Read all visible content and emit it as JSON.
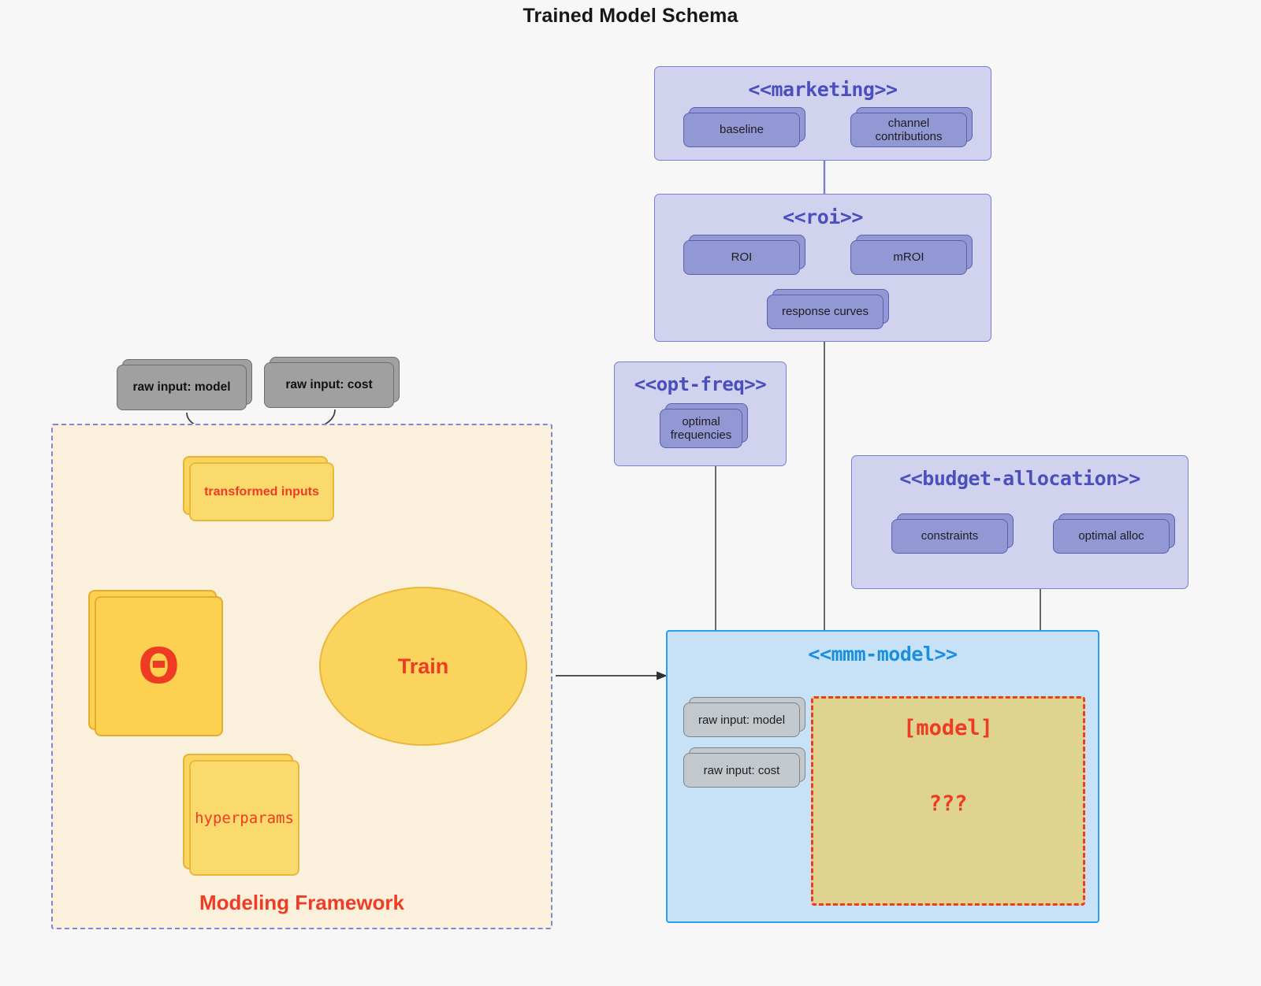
{
  "title": "Trained Model Schema",
  "packages": {
    "marketing": {
      "name": "<<marketing>>",
      "nodes": [
        {
          "label": "baseline"
        },
        {
          "label": "channel contributions"
        }
      ]
    },
    "roi": {
      "name": "<<roi>>",
      "nodes": [
        {
          "label": "ROI"
        },
        {
          "label": "mROI"
        },
        {
          "label": "response curves"
        }
      ]
    },
    "opt_freq": {
      "name": "<<opt-freq>>",
      "nodes": [
        {
          "label": "optimal frequencies"
        }
      ]
    },
    "budget_allocation": {
      "name": "<<budget-allocation>>",
      "nodes": [
        {
          "label": "constraints"
        },
        {
          "label": "optimal alloc"
        }
      ]
    },
    "mmm_model": {
      "name": "<<mmm-model>>",
      "inputs": [
        {
          "label": "raw input: model"
        },
        {
          "label": "raw input: cost"
        }
      ],
      "model_box": {
        "title": "[model]",
        "question": "???"
      }
    }
  },
  "framework": {
    "label": "Modeling Framework",
    "raw_inputs": [
      {
        "label": "raw input: model"
      },
      {
        "label": "raw input: cost"
      }
    ],
    "transformed": "transformed inputs",
    "theta": "Θ",
    "hyperparams": "hyperparams",
    "train": "Train"
  },
  "colors": {
    "background": "#f7f7f7",
    "package_fill": "#d1d3ee",
    "package_border": "#7a7fd0",
    "package_title": "#4a4fbc",
    "node_fill": "#9298d4",
    "node_border": "#5a60ad",
    "gray_fill": "#a0a0a0",
    "gray_light_fill": "#c2c8cc",
    "yellow_fill": "#fbd14f",
    "yellow_border": "#e3ae2f",
    "accent_red": "#ef3b24",
    "blue_pkg_fill": "#c7e2f7",
    "blue_pkg_border": "#27a0ee",
    "model_fill": "#dfd390",
    "framework_fill": "#faf0dc",
    "framework_border": "#7f86d8"
  }
}
